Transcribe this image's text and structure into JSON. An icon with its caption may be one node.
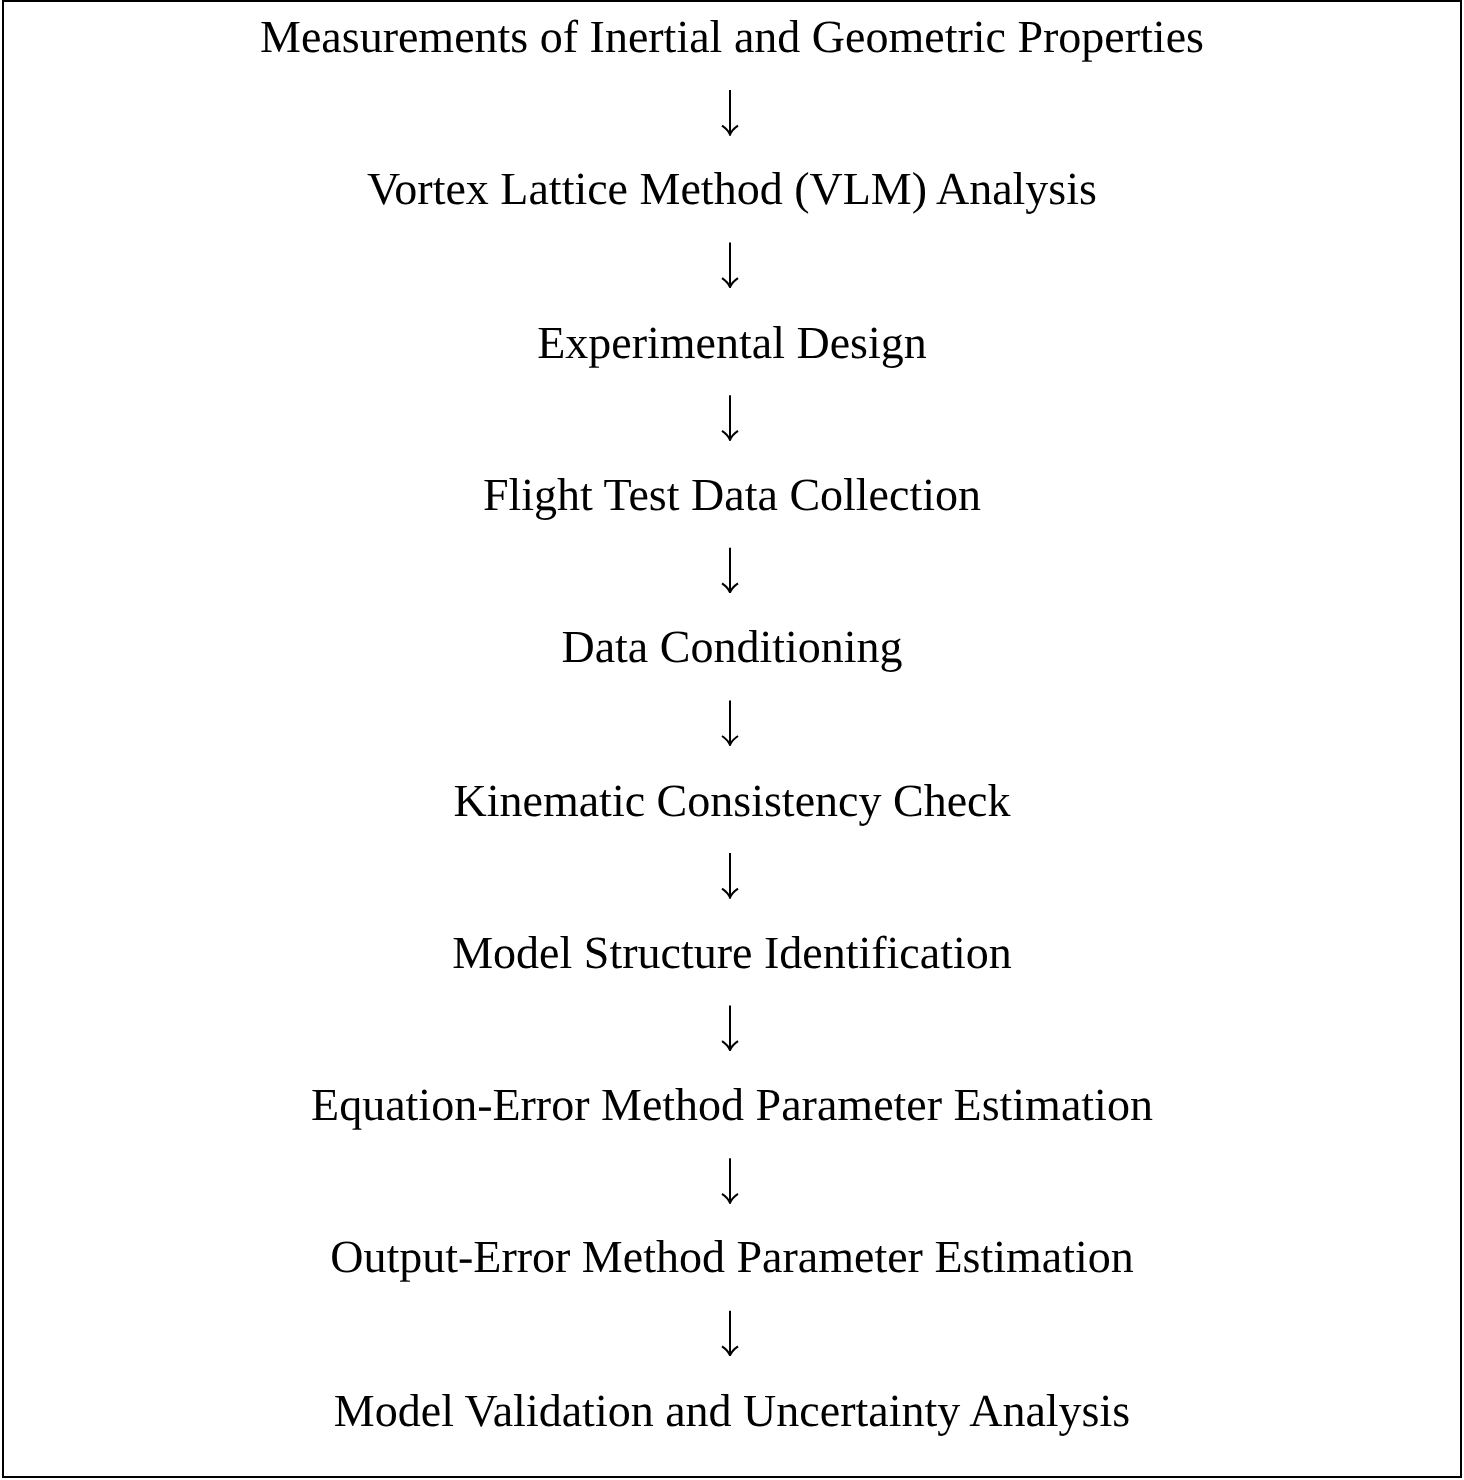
{
  "diagram": {
    "nodes": [
      {
        "text": [],
        "shape": "box"
      },
      {
        "text": [
          "Measurements of Inertial and Geometric Properties"
        ],
        "in": 0
      },
      {
        "text": [
          "Vortex Lattice Method (VLM) Analysis"
        ],
        "in": 0
      },
      {
        "text": [
          "Experimental Design"
        ],
        "in": 0
      },
      {
        "text": [
          "Flight Test Data Collection"
        ],
        "in": 0
      },
      {
        "text": [
          "Data Conditioning"
        ],
        "in": 0
      },
      {
        "text": [
          "Kinematic Consistency Check"
        ],
        "in": 0
      },
      {
        "text": [
          "Model Structure Identification"
        ],
        "in": 0
      },
      {
        "text": [
          "Equation-Error Method Parameter Estimation"
        ],
        "in": 0
      },
      {
        "text": [
          "Output-Error Method Parameter Estimation"
        ],
        "in": 0
      },
      {
        "text": [
          "Model Validation and Uncertainty Analysis"
        ],
        "in": 0
      }
    ],
    "edges": [
      {
        "from": 1,
        "to": 2,
        "arrow": "to"
      },
      {
        "from": 2,
        "to": 3,
        "arrow": "to"
      },
      {
        "from": 3,
        "to": 4,
        "arrow": "to"
      },
      {
        "from": 4,
        "to": 5,
        "arrow": "to"
      },
      {
        "from": 5,
        "to": 6,
        "arrow": "to"
      },
      {
        "from": 6,
        "to": 7,
        "arrow": "to"
      },
      {
        "from": 7,
        "to": 8,
        "arrow": "to"
      },
      {
        "from": 8,
        "to": 9,
        "arrow": "to"
      },
      {
        "from": 9,
        "to": 10,
        "arrow": "to"
      }
    ]
  }
}
